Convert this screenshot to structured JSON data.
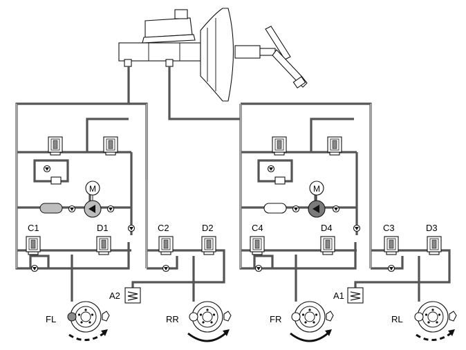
{
  "labels": {
    "valves": [
      "C1",
      "D1",
      "C2",
      "D2",
      "C4",
      "D4",
      "C3",
      "D3"
    ],
    "accumulators": [
      "A2",
      "A1"
    ],
    "wheels": [
      "FL",
      "RR",
      "FR",
      "RL"
    ],
    "motor_left": "M",
    "motor_right": "M"
  },
  "colors": {
    "pipe": "#555555",
    "pump_left": "#bdbdbd",
    "pump_right": "#7a7a7a",
    "highlight_fl": "#8c8c8c"
  }
}
